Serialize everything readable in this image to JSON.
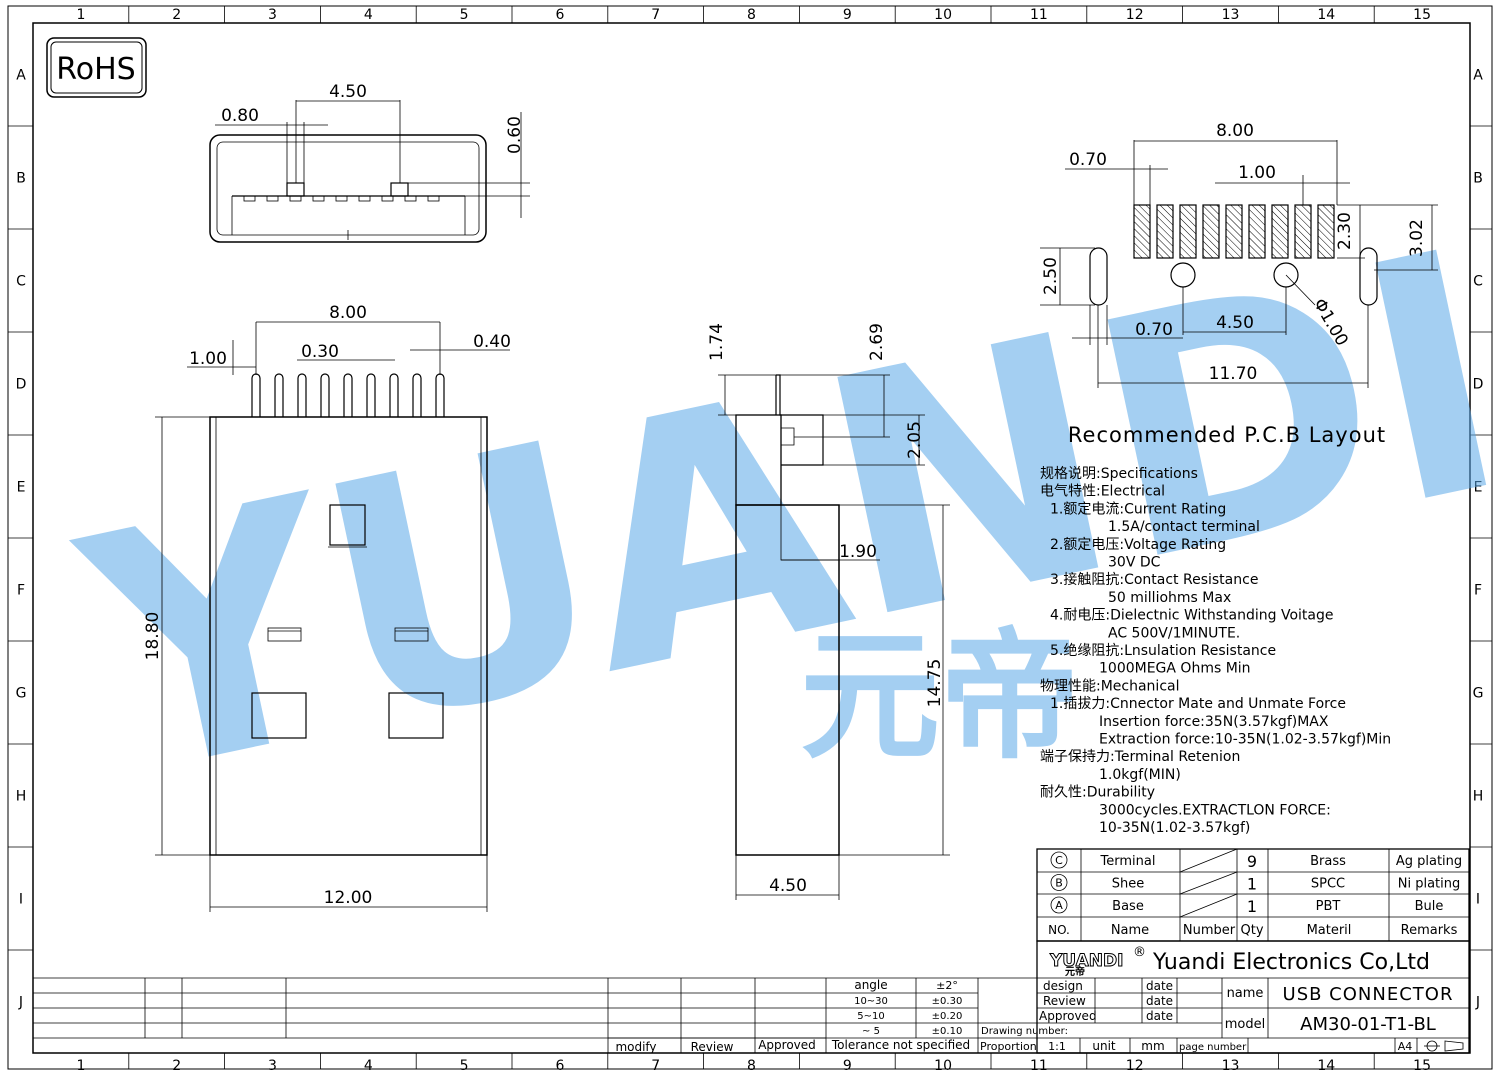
{
  "grid": {
    "columns": [
      "1",
      "2",
      "3",
      "4",
      "5",
      "6",
      "7",
      "8",
      "9",
      "10",
      "11",
      "12",
      "13",
      "14",
      "15"
    ],
    "rows": [
      "A",
      "B",
      "C",
      "D",
      "E",
      "F",
      "G",
      "H",
      "I",
      "J"
    ]
  },
  "rohs": "RoHS",
  "watermark": {
    "text": "YUANDI",
    "cn": "元帝"
  },
  "top_view": {
    "d_450": "4.50",
    "d_080": "0.80",
    "d_060": "0.60"
  },
  "front_view": {
    "d_800": "8.00",
    "d_100": "1.00",
    "d_030": "0.30",
    "d_040": "0.40",
    "d_1880": "18.80",
    "d_1200": "12.00"
  },
  "side_view": {
    "d_174": "1.74",
    "d_269": "2.69",
    "d_205": "2.05",
    "d_190": "1.90",
    "d_1475": "14.75",
    "d_450": "4.50"
  },
  "pcb": {
    "title": "Recommended P.C.B Layout",
    "d_800": "8.00",
    "d_070a": "0.70",
    "d_100": "1.00",
    "d_230": "2.30",
    "d_302": "3.02",
    "d_250": "2.50",
    "d_070b": "0.70",
    "d_450": "4.50",
    "d_phi": "Φ1.00",
    "d_1170": "11.70"
  },
  "specs": [
    "规格说明:Specifications",
    "电气特性:Electrical",
    "1.额定电流:Current Rating",
    "1.5A/contact terminal",
    "2.额定电压:Voltage Rating",
    "30V DC",
    "3.接触阻抗:Contact Resistance",
    "50 milliohms Max",
    "4.耐电压:Dielectnic Withstanding Voitage",
    "AC 500V/1MINUTE.",
    "5.绝缘阻抗:Lnsulation Resistance",
    "1000MEGA Ohms Min",
    "物理性能:Mechanical",
    "1.插拔力:Cnnector Mate and Unmate Force",
    "Insertion force:35N(3.57kgf)MAX",
    "Extraction force:10-35N(1.02-3.57kgf)Min",
    "端子保持力:Terminal Retenion",
    "1.0kgf(MIN)",
    "耐久性:Durability",
    "3000cycles.EXTRACTLON FORCE:",
    "10-35N(1.02-3.57kgf)"
  ],
  "bom": {
    "rows": [
      {
        "mark": "C",
        "name": "Terminal",
        "qty": "9",
        "material": "Brass",
        "remarks": "Ag plating"
      },
      {
        "mark": "B",
        "name": "Shee",
        "qty": "1",
        "material": "SPCC",
        "remarks": "Ni plating"
      },
      {
        "mark": "A",
        "name": "Base",
        "qty": "1",
        "material": "PBT",
        "remarks": "Bule"
      }
    ],
    "header": {
      "no": "NO.",
      "name": "Name",
      "number": "Number",
      "qty": "Qty",
      "material": "Materil",
      "remarks": "Remarks"
    }
  },
  "title_block": {
    "logo": "YUANDI",
    "logo_reg": "®",
    "logo_cn": "元帝",
    "company": "Yuandi Electronics Co,Ltd",
    "design": "design",
    "review": "Review",
    "approved": "Approved",
    "date": "date",
    "name_label": "name",
    "name_value": "USB CONNECTOR",
    "model_label": "model",
    "model_value": "AM30-01-T1-BL",
    "drawing_number": "Drawing number:",
    "proportion": "Proportion",
    "proportion_value": "1:1",
    "unit": "unit",
    "unit_value": "mm",
    "page_number": "page number",
    "size": "A4"
  },
  "tolerance": {
    "angle": "angle",
    "angle_val": "±2°",
    "r1": "10~30",
    "r1_val": "±0.30",
    "r2": "5~10",
    "r2_val": "±0.20",
    "r3": "~ 5",
    "r3_val": "±0.10",
    "note": "Tolerance not specified"
  },
  "revision": {
    "modify": "modify",
    "review": "Review",
    "approved": "Approved"
  }
}
